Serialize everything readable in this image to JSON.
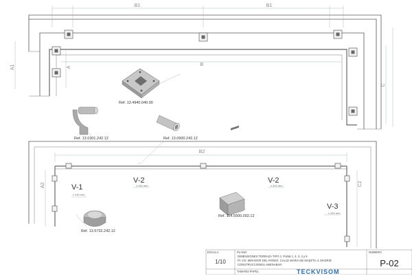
{
  "top_plan": {
    "dims": {
      "b1_left": "B1",
      "b1_right": "B1",
      "b": "B",
      "a1": "A1",
      "a": "A",
      "c": "C"
    }
  },
  "refs": {
    "flange": "Ref. 13.4940.040.00",
    "elbow": "Ref. 13.0301.242.12",
    "tube": "Ref. 13.0900.242.12",
    "endcap": "Ref. 13.5732.242.12",
    "clamp": "Ref. 114.5500.002.12"
  },
  "elevation": {
    "b2": "B2",
    "a2": "A2",
    "c2": "C2",
    "panels": [
      {
        "label": "V-1",
        "note": "x 410 mm"
      },
      {
        "label": "V-2",
        "note": "x 410 mm"
      },
      {
        "label": "V-2",
        "note": "x 410 mm"
      },
      {
        "label": "V-3",
        "note": "x 410 mm"
      }
    ]
  },
  "title_block": {
    "scale_label": "ESCALA",
    "scale_value": "1/10",
    "plan_label": "PLANO",
    "desc_line1": "DIMENSIONES TERRAZA TIPO 1: Portal 1, 2, 3, 4 y 5",
    "desc_line2": "Pl. VIV. MIRADOR DEL PARDO. CALLE MARIA DE MAEZTU 4. MADRID",
    "desc_line3": "CONSTRUCCIONES AMENABAR",
    "number_label": "NUMERO",
    "number_value": "P-02",
    "paper_label": "TAMAÑO PAPEL",
    "brand": "TECKVISOM"
  },
  "colors": {
    "line": "#555555",
    "dim": "#99aaaa",
    "brand": "#2a6fb0"
  }
}
